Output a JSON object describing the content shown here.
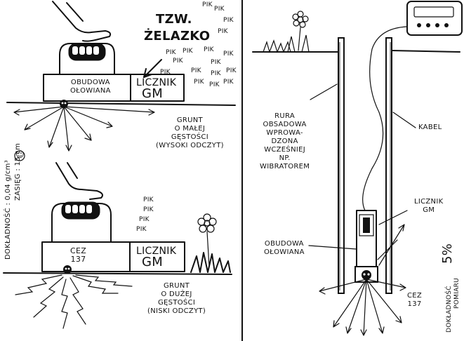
{
  "left_top": {
    "sound_words": [
      "PIK",
      "PIK",
      "PIK",
      "PIK",
      "PIK",
      "PIK",
      "PIK",
      "PIK",
      "PIK",
      "PIK",
      "PIK",
      "PIK",
      "PIK",
      "PIK",
      "PIK",
      "PIK",
      "PIK"
    ],
    "device_name_line1": "TZW.",
    "device_name_line2": "ŻELAZKO",
    "housing_label": "OBUDOWA\nOŁOWIANA",
    "counter_label_top": "LICZNIK",
    "counter_label_bottom": "GM",
    "ground_label": "GRUNT\nO MAŁEJ\nGĘSTOŚCI\n(WYSOKI ODCZYT)"
  },
  "left_bottom": {
    "sound_words": [
      "PIK",
      "PIK",
      "PIK",
      "PIK"
    ],
    "source_label": "CEZ\n137",
    "counter_label_top": "LICZNIK",
    "counter_label_bottom": "GM",
    "ground_label": "GRUNT\nO DUŻEJ\nGĘSTOŚCI\n(NISKI ODCZYT)"
  },
  "left_side_text": {
    "accuracy": "DOKŁADNOŚĆ : 0,04 g/cm³",
    "range": "ZASIĘG : 15 cm",
    "smiley": "☺"
  },
  "right": {
    "tube_label": "RURA\nOBSADOWA\nWPROWA-\nDZONA\nWCZEŚNIEJ\nNP.\nWIBRATOREM",
    "cable_label": "KABEL",
    "counter_label": "LICZNIK\nGM",
    "housing_label": "OBUDOWA\nOŁOWIANA",
    "source_label": "CEZ\n137",
    "accuracy_line1": "DOKŁADNOŚĆ",
    "accuracy_line2": "POMIARU",
    "accuracy_value": "5%"
  }
}
